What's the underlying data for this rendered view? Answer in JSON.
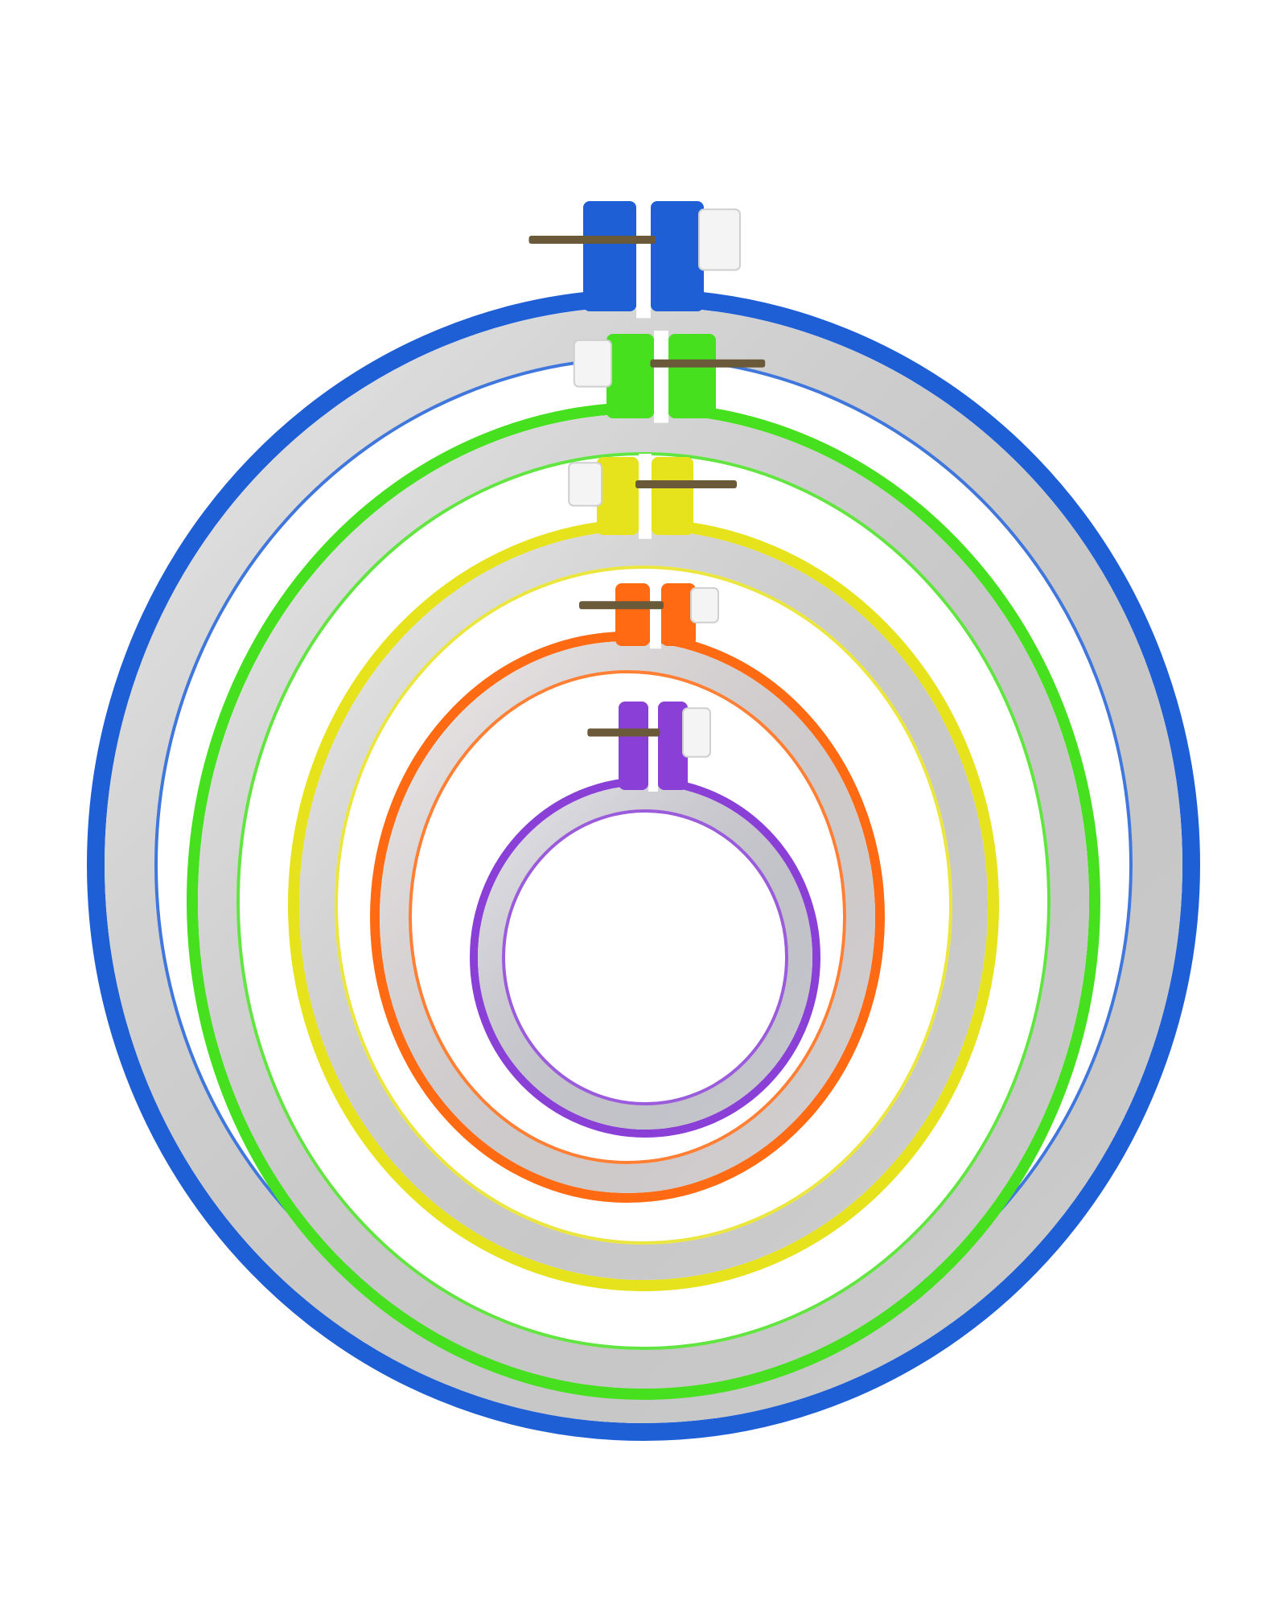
{
  "image": {
    "background": "#ffffff",
    "subject": "embroidery-hoops",
    "hoops": [
      {
        "name": "blue-hoop",
        "outer_color": "#1f5fd6",
        "inner_color": "#dcdcdc",
        "screw_color": "#6b5a3a",
        "cap_color": "#f4f4f4"
      },
      {
        "name": "green-hoop",
        "outer_color": "#47e01f",
        "inner_color": "#dcdcdc",
        "screw_color": "#6b5a3a",
        "cap_color": "#f4f4f4"
      },
      {
        "name": "yellow-hoop",
        "outer_color": "#e6e21c",
        "inner_color": "#dedede",
        "screw_color": "#6b5a3a",
        "cap_color": "#f4f4f4"
      },
      {
        "name": "orange-hoop",
        "outer_color": "#ff6a12",
        "inner_color": "#e4dfe0",
        "screw_color": "#6b5a3a",
        "cap_color": "#f4f4f4"
      },
      {
        "name": "purple-hoop",
        "outer_color": "#8a3fd6",
        "inner_color": "#d6d6de",
        "screw_color": "#6b5a3a",
        "cap_color": "#f4f4f4"
      }
    ]
  }
}
